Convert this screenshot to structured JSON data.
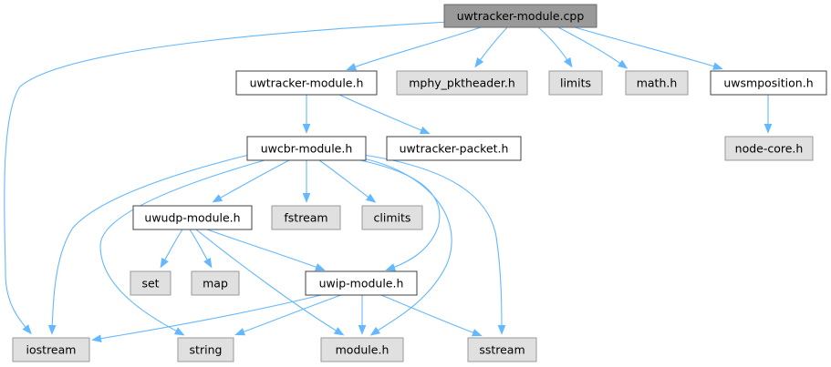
{
  "colors": {
    "root_fill": "#999999",
    "root_border": "#666666",
    "documented_fill": "#ffffff",
    "documented_border": "#404040",
    "external_fill": "#e0e0e0",
    "external_border": "#999999",
    "edge": "#63b8ff"
  },
  "nodes": [
    {
      "id": "uwtracker-module-cpp",
      "label": "uwtracker-module.cpp",
      "kind": "root"
    },
    {
      "id": "uwtracker-module-h",
      "label": "uwtracker-module.h",
      "kind": "documented"
    },
    {
      "id": "mphy-pktheader-h",
      "label": "mphy_pktheader.h",
      "kind": "external"
    },
    {
      "id": "limits",
      "label": "limits",
      "kind": "external"
    },
    {
      "id": "math-h",
      "label": "math.h",
      "kind": "external"
    },
    {
      "id": "uwsmposition-h",
      "label": "uwsmposition.h",
      "kind": "documented"
    },
    {
      "id": "uwcbr-module-h",
      "label": "uwcbr-module.h",
      "kind": "documented"
    },
    {
      "id": "uwtracker-packet-h",
      "label": "uwtracker-packet.h",
      "kind": "documented"
    },
    {
      "id": "node-core-h",
      "label": "node-core.h",
      "kind": "external"
    },
    {
      "id": "uwudp-module-h",
      "label": "uwudp-module.h",
      "kind": "documented"
    },
    {
      "id": "fstream",
      "label": "fstream",
      "kind": "external"
    },
    {
      "id": "climits",
      "label": "climits",
      "kind": "external"
    },
    {
      "id": "set",
      "label": "set",
      "kind": "external"
    },
    {
      "id": "map",
      "label": "map",
      "kind": "external"
    },
    {
      "id": "uwip-module-h",
      "label": "uwip-module.h",
      "kind": "documented"
    },
    {
      "id": "iostream",
      "label": "iostream",
      "kind": "external"
    },
    {
      "id": "string",
      "label": "string",
      "kind": "external"
    },
    {
      "id": "module-h",
      "label": "module.h",
      "kind": "external"
    },
    {
      "id": "sstream",
      "label": "sstream",
      "kind": "external"
    }
  ],
  "edges": [
    {
      "from": "uwtracker-module-cpp",
      "to": "uwtracker-module-h"
    },
    {
      "from": "uwtracker-module-cpp",
      "to": "mphy-pktheader-h"
    },
    {
      "from": "uwtracker-module-cpp",
      "to": "limits"
    },
    {
      "from": "uwtracker-module-cpp",
      "to": "math-h"
    },
    {
      "from": "uwtracker-module-cpp",
      "to": "uwsmposition-h"
    },
    {
      "from": "uwtracker-module-cpp",
      "to": "iostream"
    },
    {
      "from": "uwtracker-module-h",
      "to": "uwcbr-module-h"
    },
    {
      "from": "uwtracker-module-h",
      "to": "uwtracker-packet-h"
    },
    {
      "from": "uwsmposition-h",
      "to": "node-core-h"
    },
    {
      "from": "uwcbr-module-h",
      "to": "uwudp-module-h"
    },
    {
      "from": "uwcbr-module-h",
      "to": "fstream"
    },
    {
      "from": "uwcbr-module-h",
      "to": "climits"
    },
    {
      "from": "uwcbr-module-h",
      "to": "iostream"
    },
    {
      "from": "uwcbr-module-h",
      "to": "string"
    },
    {
      "from": "uwcbr-module-h",
      "to": "uwip-module-h"
    },
    {
      "from": "uwcbr-module-h",
      "to": "module-h"
    },
    {
      "from": "uwcbr-module-h",
      "to": "sstream"
    },
    {
      "from": "uwudp-module-h",
      "to": "set"
    },
    {
      "from": "uwudp-module-h",
      "to": "map"
    },
    {
      "from": "uwudp-module-h",
      "to": "uwip-module-h"
    },
    {
      "from": "uwudp-module-h",
      "to": "module-h"
    },
    {
      "from": "uwip-module-h",
      "to": "iostream"
    },
    {
      "from": "uwip-module-h",
      "to": "string"
    },
    {
      "from": "uwip-module-h",
      "to": "module-h"
    },
    {
      "from": "uwip-module-h",
      "to": "sstream"
    }
  ]
}
